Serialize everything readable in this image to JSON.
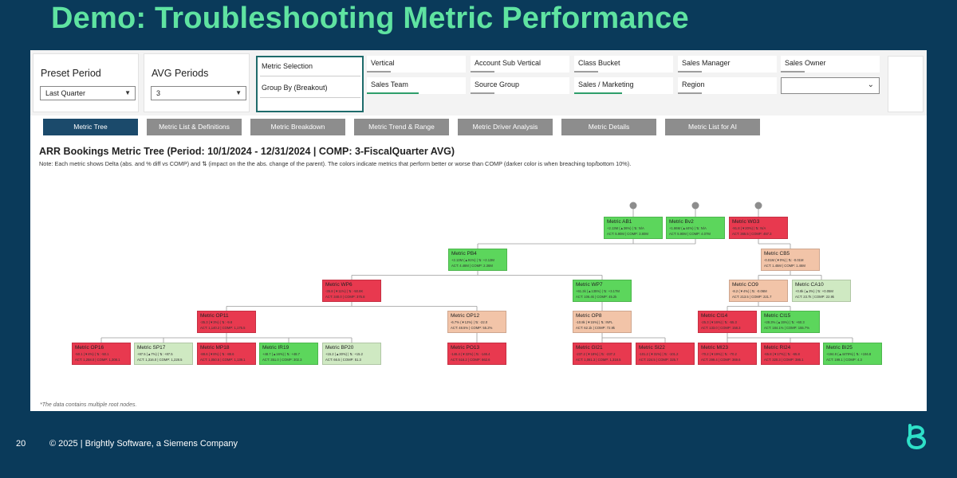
{
  "slide": {
    "title": "Demo: Troubleshooting Metric Performance",
    "footer_number": "20",
    "footer_copyright": "© 2025 | Brightly Software, a Siemens Company"
  },
  "filters": {
    "preset_period": {
      "label": "Preset Period",
      "value": "Last Quarter"
    },
    "avg_periods": {
      "label": "AVG Periods",
      "value": "3"
    },
    "metric_selection": {
      "label": "Metric Selection",
      "group_by": "Group By (Breakout)"
    },
    "row1": [
      "Vertical",
      "Account Sub Vertical",
      "Class Bucket",
      "Sales Manager",
      "Sales Owner"
    ],
    "row2": [
      "Sales Team",
      "Source Group",
      "Sales / Marketing",
      "Region",
      ""
    ]
  },
  "tabs": [
    "Metric Tree",
    "Metric List & Definitions",
    "Metric Breakdown",
    "Metric Trend & Range",
    "Metric Driver Analysis",
    "Metric Details",
    "Metric List for AI"
  ],
  "tree": {
    "title": "ARR Bookings Metric Tree (Period: 10/1/2024 - 12/31/2024 | COMP: 3-FiscalQuarter AVG)",
    "note": "Note: Each metric shows Delta (abs. and % diff vs COMP) and ⇅ (impact on the the abs. change of the parent). The colors indicate metrics that perform better or worse than COMP (darker color is when breaching top/bottom 10%).",
    "footnote": "*The data contains multiple root nodes.",
    "colors": {
      "strong_good": "#5cd65c",
      "good": "#cfe9c2",
      "bad": "#f2c4a8",
      "strong_bad": "#e8394f",
      "edge": "#9a9a9a",
      "root_dot": "#8d8d8d"
    },
    "nodes": [
      {
        "id": "AB1",
        "name": "Metric AB1",
        "status": "strong_good",
        "line1": "+2.13M (▲36%) | ⇅: N/A",
        "line2": "ACT: 5.90M | COMP: 3.80M"
      },
      {
        "id": "Bv2",
        "name": "Metric Bv2",
        "status": "strong_good",
        "line1": "+1.86M (▲44%) | ⇅: N/A",
        "line2": "ACT: 5.90M | COMP: 4.07M"
      },
      {
        "id": "WG3",
        "name": "Metric WG3",
        "status": "strong_bad",
        "line1": "-91.8 (▼20%) | ⇅: N/A",
        "line2": "ACT: 365.5 | COMP: 457.3"
      },
      {
        "id": "PB4",
        "name": "Metric PB4",
        "status": "strong_good",
        "line1": "+2.13M (▲91%) | ⇅: +2.13M",
        "line2": "ACT: 4.48M | COMP: 2.36M"
      },
      {
        "id": "CB5",
        "name": "Metric CB5",
        "status": "bad",
        "line1": "-0.01M (▼0%) | ⇅: -0.01M",
        "line2": "ACT: 1.45M | COMP: 1.46M"
      },
      {
        "id": "WP6",
        "name": "Metric WP6",
        "status": "strong_bad",
        "line1": "-35.8 (▼11%) | ⇅: -50.8K",
        "line2": "ACT: 340.0 | COMP: 375.8"
      },
      {
        "id": "WP7",
        "name": "Metric WP7",
        "status": "strong_good",
        "line1": "+61.2k (▲135%) | ⇅: +3.17M",
        "line2": "ACT: 106.4k | COMP: 45.2k"
      },
      {
        "id": "CO9",
        "name": "Metric CO9",
        "status": "bad",
        "line1": "-8.2 (▼4%) | ⇅: -0.06M",
        "line2": "ACT: 213.5 | COMP: 221.7"
      },
      {
        "id": "CA10",
        "name": "Metric CA10",
        "status": "good",
        "line1": "+0.8k (▲3%) | ⇅: +0.05M",
        "line2": "ACT: 23.7k | COMP: 22.9k"
      },
      {
        "id": "OP11",
        "name": "Metric OP11",
        "status": "strong_bad",
        "line1": "-35.3 (▼3%) | ⇅: -9.8",
        "line2": "ACT: 1,140.2 | COMP: 1,175.5"
      },
      {
        "id": "OP12",
        "name": "Metric OP12",
        "status": "bad",
        "line1": "-6.7% (▼12%) | ⇅: -22.0",
        "line2": "ACT: 48.5% | COMP: 55.2%"
      },
      {
        "id": "OP8",
        "name": "Metric OP8",
        "status": "bad",
        "line1": "-10.8k (▼15%) | ⇅: INFL",
        "line2": "ACT: 62.1k | COMP: 72.9k"
      },
      {
        "id": "CI14",
        "name": "Metric CI14",
        "status": "strong_bad",
        "line1": "-25.3 (▼16%) | ⇅: -55.3",
        "line2": "ACT: 133.0 | COMP: 158.3"
      },
      {
        "id": "CI15",
        "name": "Metric CI15",
        "status": "strong_good",
        "line1": "+28.3% (▲15%) | ⇅: +60.3",
        "line2": "ACT: 184.1% | COMP: 155.7%"
      },
      {
        "id": "OP16",
        "name": "Metric OP16",
        "status": "strong_bad",
        "line1": "-50.1 (▼4%) | ⇅: -50.1",
        "line2": "ACT: 1,258.0 | COMP: 1,308.1"
      },
      {
        "id": "SP17",
        "name": "Metric SP17",
        "status": "good",
        "line1": "+87.5 (▲7%) | ⇅: +87.5",
        "line2": "ACT: 1,316.0 | COMP: 1,228.5"
      },
      {
        "id": "MP18",
        "name": "Metric MP18",
        "status": "strong_bad",
        "line1": "-88.6 (▼8%) | ⇅: -88.6",
        "line2": "ACT: 1,050.5 | COMP: 1,139.1"
      },
      {
        "id": "IR19",
        "name": "Metric IR19",
        "status": "strong_good",
        "line1": "+48.7 (▲16%) | ⇅: +48.7",
        "line2": "ACT: 351.0 | COMP: 302.3"
      },
      {
        "id": "BP20",
        "name": "Metric BP20",
        "status": "good",
        "line1": "+15.2 (▲30%) | ⇅: +15.2",
        "line2": "ACT: 66.5 | COMP: 51.3"
      },
      {
        "id": "PO13",
        "name": "Metric PO13",
        "status": "strong_bad",
        "line1": "-146.4 (▼22%) | ⇅: -146.4",
        "line2": "ACT: 516.2 | COMP: 662.6"
      },
      {
        "id": "GI21",
        "name": "Metric GI21",
        "status": "strong_bad",
        "line1": "-237.2 (▼18%) | ⇅: -237.2",
        "line2": "ACT: 1,081.3 | COMP: 1,318.5"
      },
      {
        "id": "SI22",
        "name": "Metric SI22",
        "status": "strong_bad",
        "line1": "-101.2 (▼31%) | ⇅: -101.2",
        "line2": "ACT: 224.5 | COMP: 325.7"
      },
      {
        "id": "MI23",
        "name": "Metric MI23",
        "status": "strong_bad",
        "line1": "-70.2 (▼19%) | ⇅: -70.2",
        "line2": "ACT: 299.4 | COMP: 369.6"
      },
      {
        "id": "RI24",
        "name": "Metric RI24",
        "status": "strong_bad",
        "line1": "-65.8 (▼17%) | ⇅: -65.8",
        "line2": "ACT: 320.3 | COMP: 386.1"
      },
      {
        "id": "BI25",
        "name": "Metric BI25",
        "status": "strong_good",
        "line1": "+194.8 (▲4479%) | ⇅: +194.8",
        "line2": "ACT: 199.1 | COMP: 4.3"
      }
    ],
    "edges": [
      [
        "PB4",
        "WP6"
      ],
      [
        "PB4",
        "WP7"
      ],
      [
        "CB5",
        "CO9"
      ],
      [
        "CB5",
        "CA10"
      ],
      [
        "WP6",
        "OP11"
      ],
      [
        "WP6",
        "OP12"
      ],
      [
        "WP7",
        "OP8"
      ],
      [
        "CO9",
        "CI14"
      ],
      [
        "CO9",
        "CI15"
      ],
      [
        "OP11",
        "OP16"
      ],
      [
        "OP11",
        "SP17"
      ],
      [
        "OP11",
        "MP18"
      ],
      [
        "OP11",
        "IR19"
      ],
      [
        "OP11",
        "BP20"
      ],
      [
        "OP12",
        "PO13"
      ],
      [
        "OP8",
        "GI21"
      ],
      [
        "OP8",
        "SI22"
      ],
      [
        "CI14",
        "MI23"
      ],
      [
        "CI14",
        "RI24"
      ],
      [
        "CI14",
        "BI25"
      ]
    ],
    "root_links": [
      [
        "AB1",
        "PB4"
      ],
      [
        "Bv2",
        "PB4"
      ],
      [
        "WG3",
        "CB5"
      ]
    ]
  }
}
